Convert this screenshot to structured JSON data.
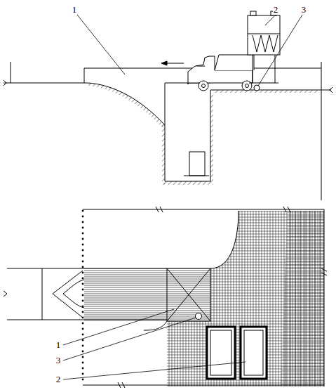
{
  "diagram": {
    "labels": [
      "1",
      "2",
      "3",
      "1",
      "3",
      "2"
    ]
  }
}
